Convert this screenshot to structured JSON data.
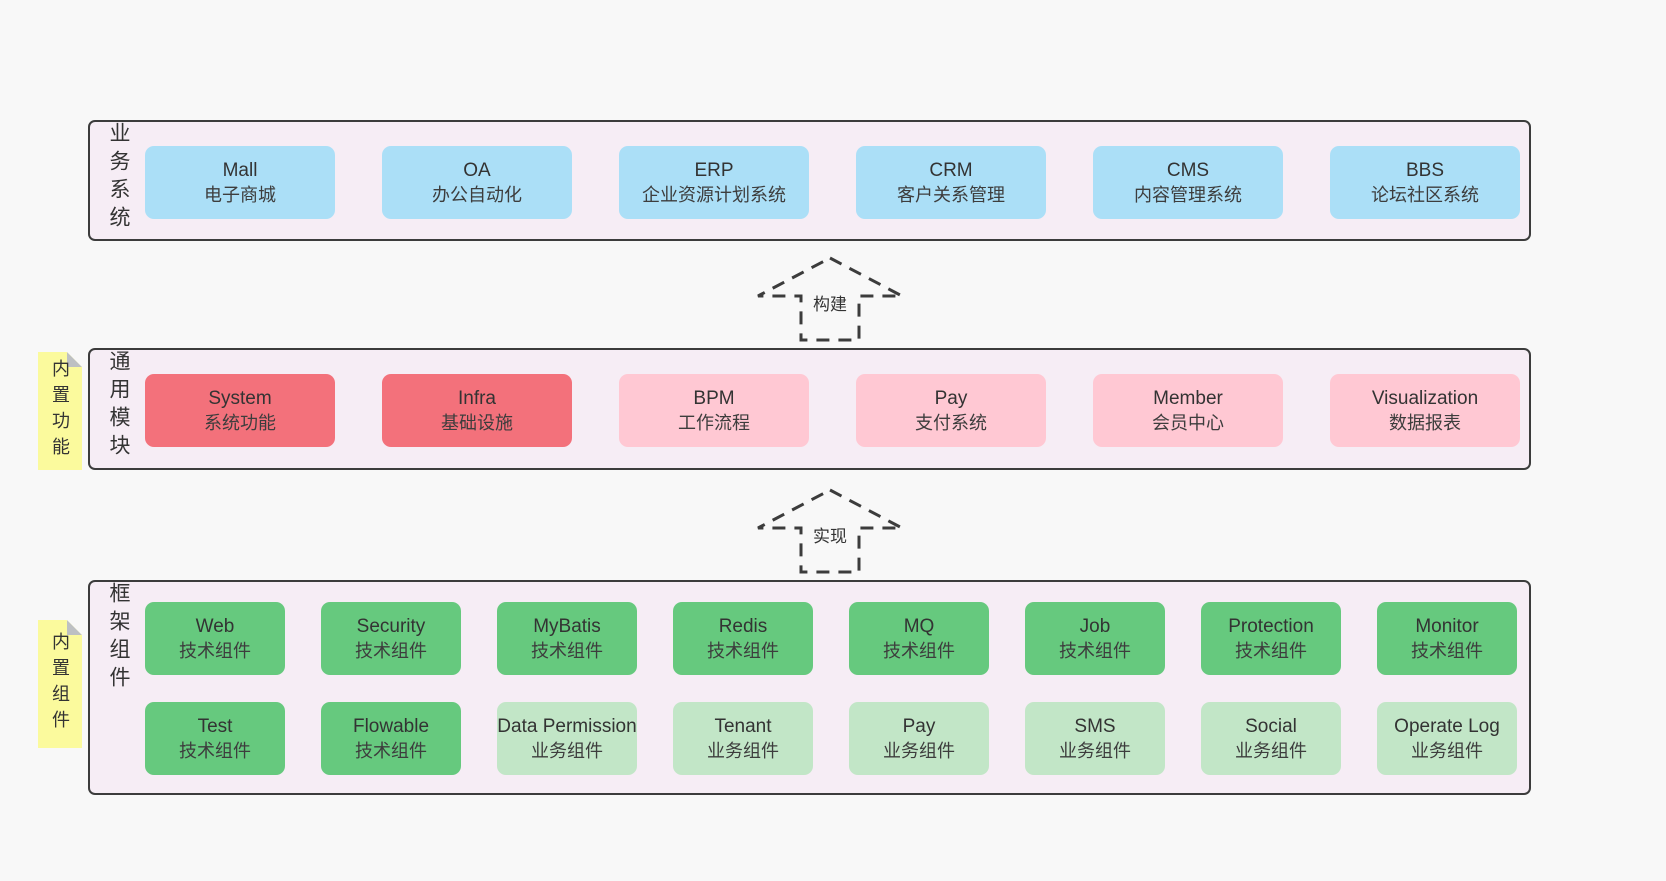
{
  "palette": {
    "page_bg": "#f8f8f8",
    "container_bg": "#f6edf5",
    "container_border": "#3c3c3c",
    "blue": "#abdff7",
    "red": "#f3717b",
    "pink": "#ffc8d3",
    "green": "#66c97e",
    "light_green": "#c2e6c7",
    "yellow_note": "#fbfa9d",
    "note_fold": "#bdc0c3"
  },
  "arrows": [
    {
      "label": "构建"
    },
    {
      "label": "实现"
    }
  ],
  "layers": {
    "business": {
      "label": "业务系统",
      "boxes": [
        {
          "name": "Mall",
          "subtitle": "电子商城"
        },
        {
          "name": "OA",
          "subtitle": "办公自动化"
        },
        {
          "name": "ERP",
          "subtitle": "企业资源计划系统"
        },
        {
          "name": "CRM",
          "subtitle": "客户关系管理"
        },
        {
          "name": "CMS",
          "subtitle": "内容管理系统"
        },
        {
          "name": "BBS",
          "subtitle": "论坛社区系统"
        }
      ]
    },
    "modules": {
      "label": "通用模块",
      "note": "内置功能",
      "boxes": [
        {
          "name": "System",
          "subtitle": "系统功能"
        },
        {
          "name": "Infra",
          "subtitle": "基础设施"
        },
        {
          "name": "BPM",
          "subtitle": "工作流程"
        },
        {
          "name": "Pay",
          "subtitle": "支付系统"
        },
        {
          "name": "Member",
          "subtitle": "会员中心"
        },
        {
          "name": "Visualization",
          "subtitle": "数据报表"
        }
      ]
    },
    "components": {
      "label": "框架组件",
      "note": "内置组件",
      "row1": [
        {
          "name": "Web",
          "subtitle": "技术组件"
        },
        {
          "name": "Security",
          "subtitle": "技术组件"
        },
        {
          "name": "MyBatis",
          "subtitle": "技术组件"
        },
        {
          "name": "Redis",
          "subtitle": "技术组件"
        },
        {
          "name": "MQ",
          "subtitle": "技术组件"
        },
        {
          "name": "Job",
          "subtitle": "技术组件"
        },
        {
          "name": "Protection",
          "subtitle": "技术组件"
        },
        {
          "name": "Monitor",
          "subtitle": "技术组件"
        }
      ],
      "row2": [
        {
          "name": "Test",
          "subtitle": "技术组件"
        },
        {
          "name": "Flowable",
          "subtitle": "技术组件"
        },
        {
          "name": "Data Permission",
          "subtitle": "业务组件"
        },
        {
          "name": "Tenant",
          "subtitle": "业务组件"
        },
        {
          "name": "Pay",
          "subtitle": "业务组件"
        },
        {
          "name": "SMS",
          "subtitle": "业务组件"
        },
        {
          "name": "Social",
          "subtitle": "业务组件"
        },
        {
          "name": "Operate Log",
          "subtitle": "业务组件"
        }
      ]
    }
  }
}
